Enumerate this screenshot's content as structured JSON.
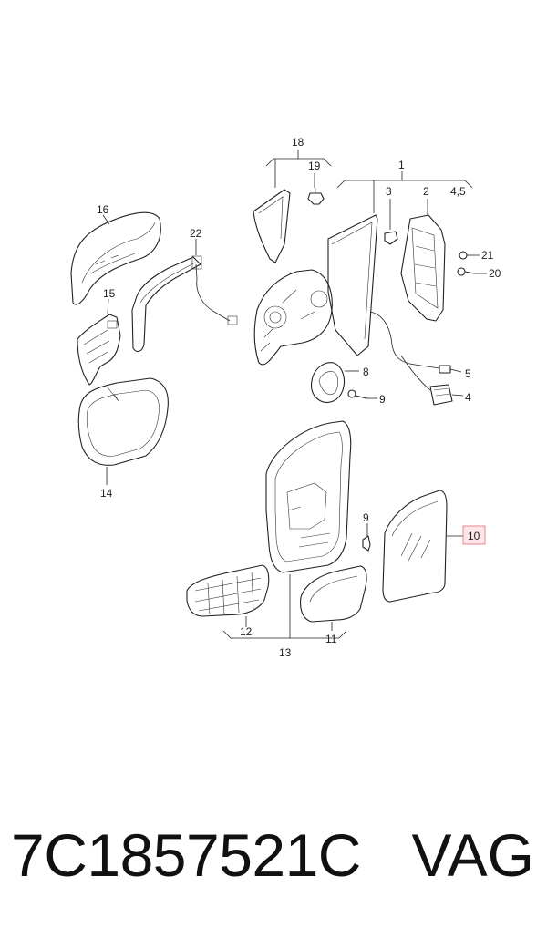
{
  "callouts": {
    "c1": "1",
    "c2": "2",
    "c3": "3",
    "c45": "4,5",
    "c4": "4",
    "c5": "5",
    "c8": "8",
    "c9a": "9",
    "c9b": "9",
    "c10": "10",
    "c11": "11",
    "c12": "12",
    "c13": "13",
    "c14": "14",
    "c15": "15",
    "c16": "16",
    "c18": "18",
    "c19": "19",
    "c20": "20",
    "c21": "21",
    "c22": "22"
  },
  "highlight": {
    "part": "10",
    "fill": "#fde6ea",
    "stroke": "#e7868f"
  },
  "footer": {
    "part_number": "7C1857521C",
    "brand": "VAG"
  }
}
